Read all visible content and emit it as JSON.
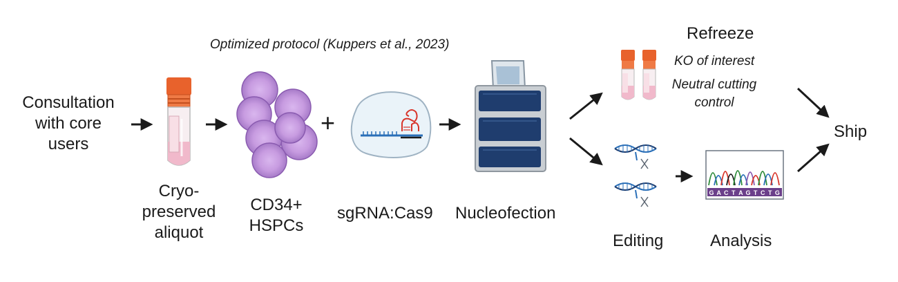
{
  "header_note": "Optimized protocol (Kuppers et al., 2023)",
  "steps": {
    "consultation": [
      "Consultation",
      "with core",
      "users"
    ],
    "cryo": [
      "Cryo-",
      "preserved",
      "aliquot"
    ],
    "cd34": [
      "CD34+",
      "HSPCs"
    ],
    "plus": "+",
    "sgrna": "sgRNA:Cas9",
    "nucleofection": "Nucleofection",
    "refreeze": "Refreeze",
    "ko": "KO of interest",
    "neutral": [
      "Neutral cutting",
      "control"
    ],
    "ship": "Ship",
    "editing": "Editing",
    "analysis": "Analysis"
  },
  "sequence_letters": [
    "G",
    "A",
    "C",
    "T",
    "A",
    "G",
    "T",
    "C",
    "T",
    "G"
  ],
  "colors": {
    "cap": "#e8622c",
    "tube_fill": "#f4c6d3",
    "cell": "#c79be0",
    "cell_stroke": "#8a5bb0",
    "machine": "#1f3d6e",
    "machine_frame": "#9aa3ad",
    "rna": "#d8342a",
    "dna_blue": "#2a6fb8",
    "arrow": "#1a1a1a"
  }
}
